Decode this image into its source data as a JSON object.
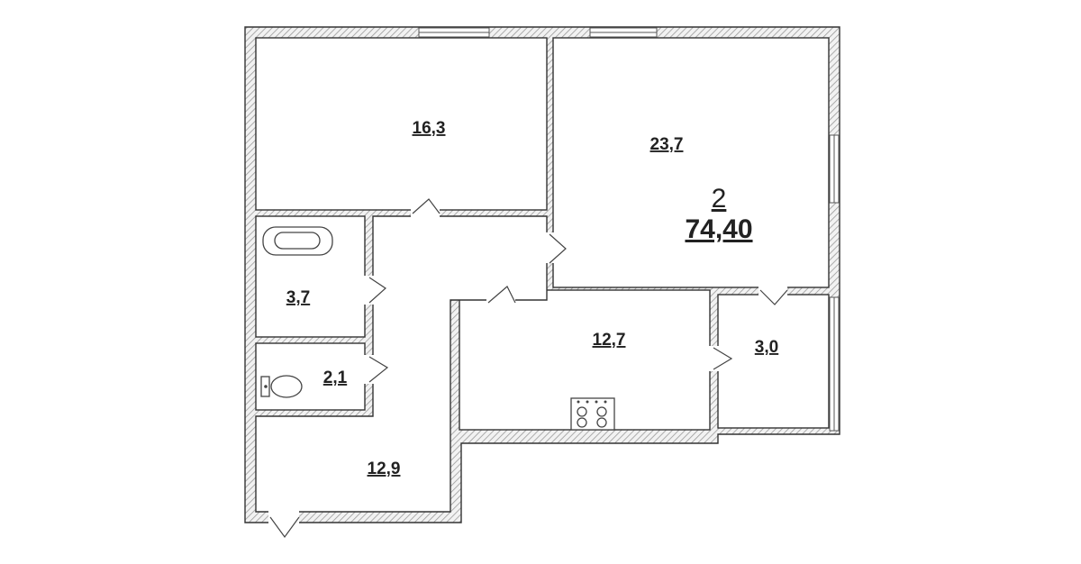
{
  "plan": {
    "rooms_count": "2",
    "total_area": "74,40",
    "rooms": [
      {
        "id": "room-bedroom",
        "area": "16,3"
      },
      {
        "id": "room-living",
        "area": "23,7"
      },
      {
        "id": "room-bathroom",
        "area": "3,7"
      },
      {
        "id": "room-toilet",
        "area": "2,1"
      },
      {
        "id": "room-kitchen",
        "area": "12,7"
      },
      {
        "id": "room-loggia",
        "area": "3,0"
      },
      {
        "id": "room-hallway",
        "area": "12,9"
      }
    ],
    "fixtures": [
      "bathtub-icon",
      "toilet-icon",
      "stove-icon"
    ],
    "colors": {
      "wall_stroke": "#333333",
      "hatch": "#9a9a9a",
      "background": "#ffffff"
    }
  }
}
